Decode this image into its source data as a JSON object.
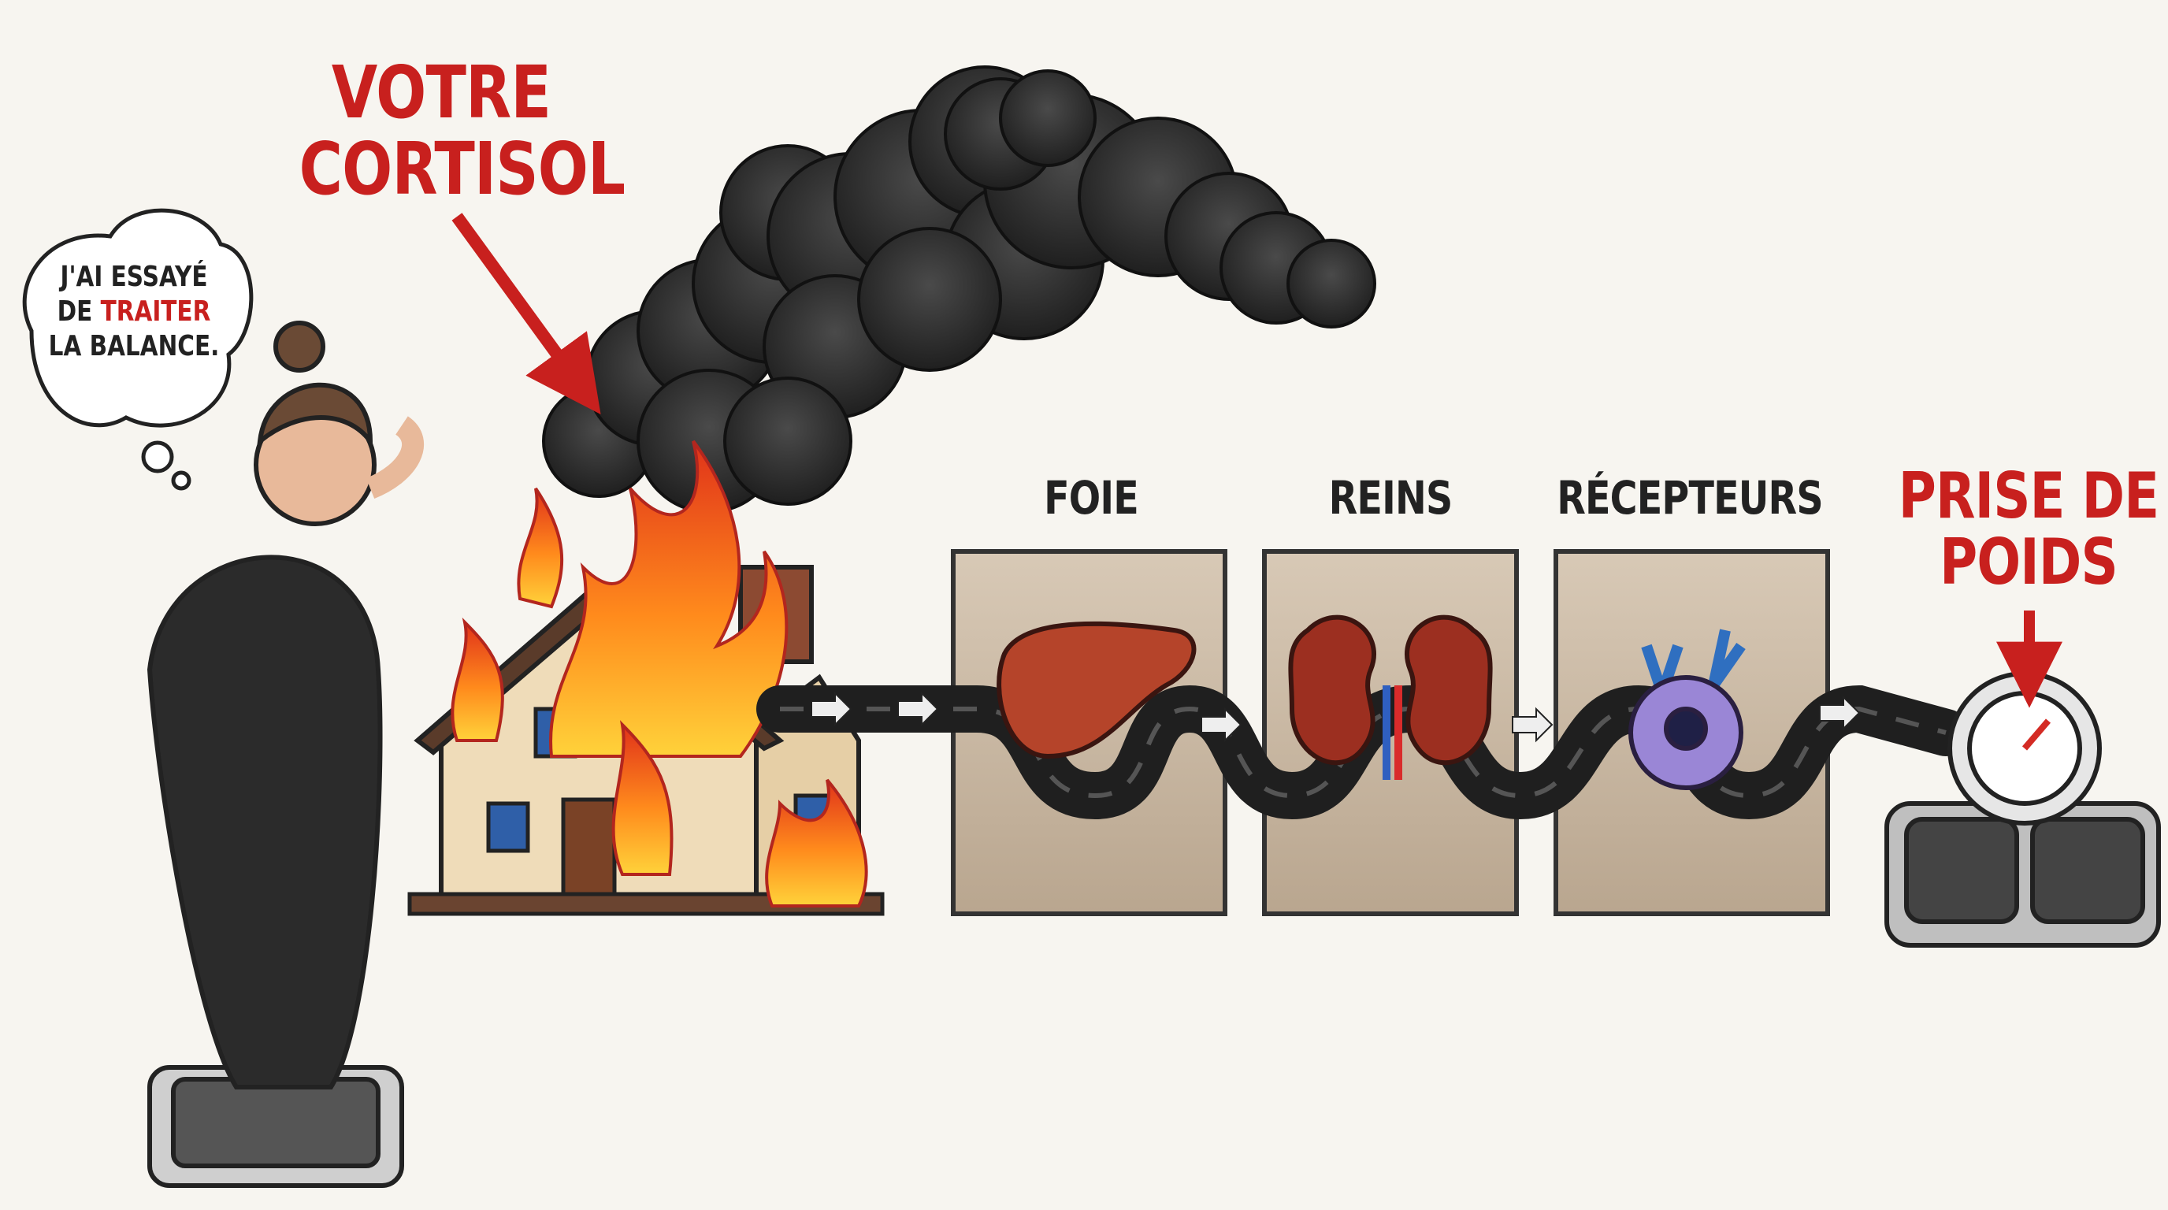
{
  "title": {
    "line1": "VOTRE",
    "line2": "CORTISOL"
  },
  "thought_bubble": {
    "line1": "J'AI ESSAYÉ",
    "line2_prefix": "DE ",
    "line2_highlight": "TRAITER",
    "line3": "LA BALANCE."
  },
  "stages": [
    {
      "label": "FOIE"
    },
    {
      "label": "REINS"
    },
    {
      "label": "RÉCEPTEURS"
    }
  ],
  "outcome": {
    "line1": "PRISE DE",
    "line2": "POIDS"
  },
  "colors": {
    "accent_red": "#c8201e",
    "smoke": "#2f2f2f",
    "box": "#c9b8a3",
    "background": "#f7f5f0"
  }
}
